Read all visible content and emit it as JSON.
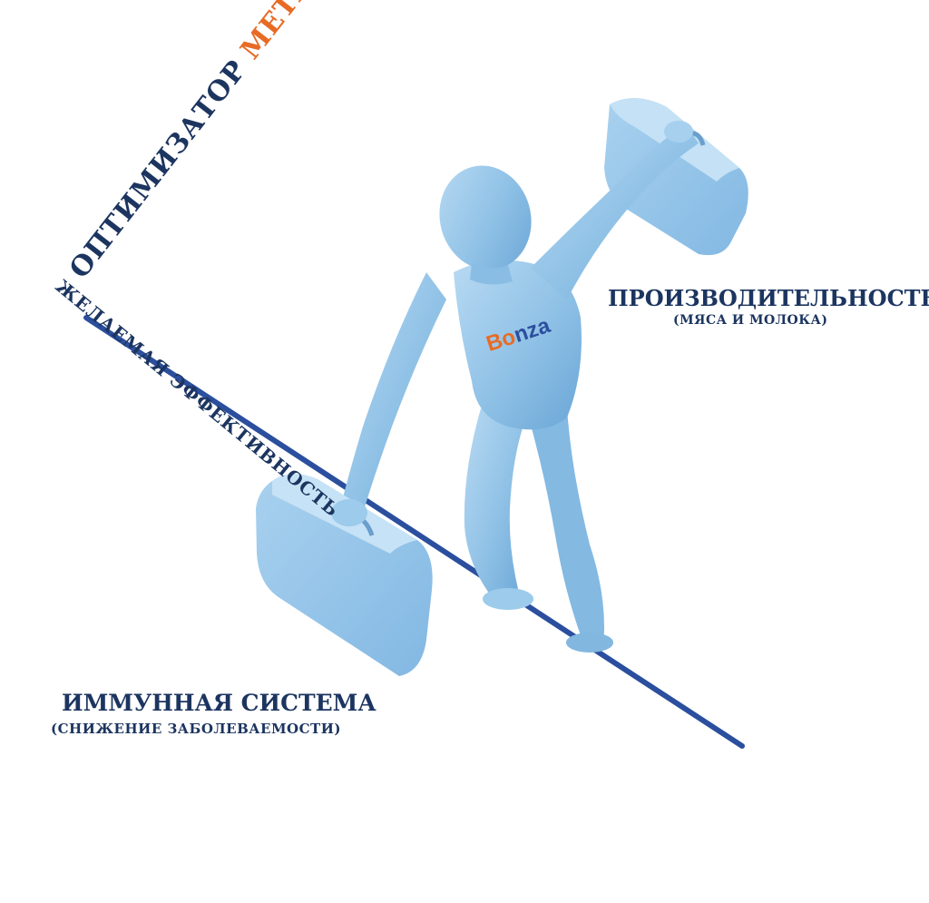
{
  "headline": {
    "part1": "ОПТИМИЗАТОР",
    "part2": "МЕТАБОЛИЗМА"
  },
  "rope_label": "ЖЕЛАЕМАЯ ЭФФЕКТИВНОСТЬ",
  "productivity": {
    "title": "ПРОИЗВОДИТЕЛЬНОСТЬ",
    "subtitle": "(МЯСА И МОЛОКА)"
  },
  "immunity": {
    "title": "ИММУННАЯ СИСТЕМА",
    "subtitle": "(СНИЖЕНИЕ ЗАБОЛЕВАЕМОСТИ)"
  },
  "logo": {
    "text_orange": "Bo",
    "text_blue": "nza"
  },
  "colors": {
    "navy": "#1c3560",
    "orange": "#e86b25",
    "figure": "#8fc1e6",
    "rope": "#2b4f9e"
  }
}
